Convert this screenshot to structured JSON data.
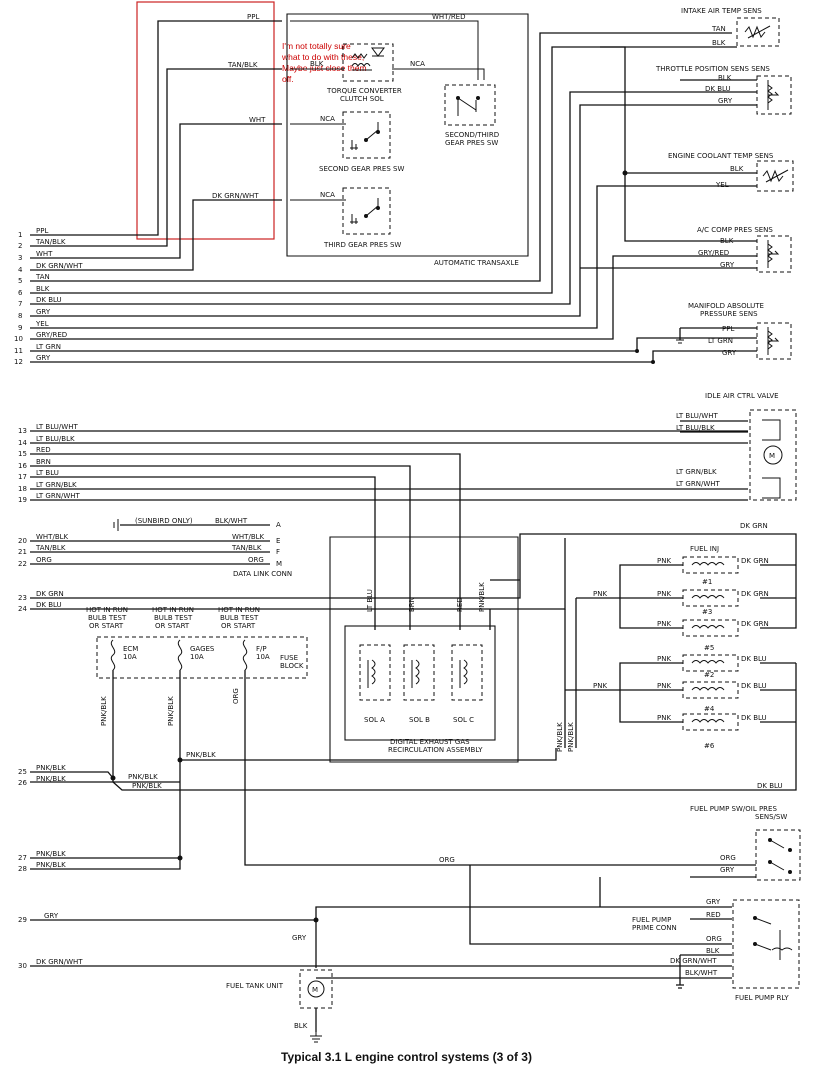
{
  "note": {
    "lines": [
      "I'm not totally sure",
      "what to do with these,",
      "Maybe just close them",
      "off."
    ],
    "color": "#cc0000"
  },
  "caption": "Typical 3.1 L engine control systems (3 of 3)",
  "wires_top": [
    {
      "num": "1",
      "color": "PPL"
    },
    {
      "num": "2",
      "color": "TAN/BLK"
    },
    {
      "num": "3",
      "color": "WHT"
    },
    {
      "num": "4",
      "color": "DK GRN/WHT"
    },
    {
      "num": "5",
      "color": "TAN"
    },
    {
      "num": "6",
      "color": "BLK"
    },
    {
      "num": "7",
      "color": "DK BLU"
    },
    {
      "num": "8",
      "color": "GRY"
    },
    {
      "num": "9",
      "color": "YEL"
    },
    {
      "num": "10",
      "color": "GRY/RED"
    },
    {
      "num": "11",
      "color": "LT GRN"
    },
    {
      "num": "12",
      "color": "GRY"
    }
  ],
  "wires_mid": [
    {
      "num": "13",
      "color": "LT BLU/WHT"
    },
    {
      "num": "14",
      "color": "LT BLU/BLK"
    },
    {
      "num": "15",
      "color": "RED"
    },
    {
      "num": "16",
      "color": "BRN"
    },
    {
      "num": "17",
      "color": "LT BLU"
    },
    {
      "num": "18",
      "color": "LT GRN/BLK"
    },
    {
      "num": "19",
      "color": "LT GRN/WHT"
    }
  ],
  "wires_dlc": [
    {
      "num": "20",
      "color": "WHT/BLK"
    },
    {
      "num": "21",
      "color": "TAN/BLK"
    },
    {
      "num": "22",
      "color": "ORG"
    },
    {
      "num": "23",
      "color": "DK GRN"
    },
    {
      "num": "24",
      "color": "DK BLU"
    }
  ],
  "wires_low": [
    {
      "num": "25",
      "color": "PNK/BLK"
    },
    {
      "num": "26",
      "color": "PNK/BLK"
    },
    {
      "num": "27",
      "color": "PNK/BLK"
    },
    {
      "num": "28",
      "color": "PNK/BLK"
    },
    {
      "num": "29",
      "color": "GRY"
    },
    {
      "num": "30",
      "color": "DK GRN/WHT"
    }
  ],
  "transaxle": {
    "title": "AUTOMATIC TRANSAXLE",
    "tcc": [
      "TORQUE CONVERTER",
      "CLUTCH SOL"
    ],
    "gear23": [
      "SECOND/THIRD",
      "GEAR PRES SW"
    ],
    "gear2": "SECOND GEAR PRES SW",
    "gear3": "THIRD GEAR PRES SW",
    "wht_red": "WHT/RED",
    "blk": "BLK",
    "nca": "NCA"
  },
  "sensors": {
    "iat": {
      "title": "INTAKE AIR TEMP SENS",
      "w1": "TAN",
      "w2": "BLK"
    },
    "tps": {
      "title": "THROTTLE POSITION SENS SENS",
      "w1": "BLK",
      "w2": "DK BLU",
      "w3": "GRY"
    },
    "ect": {
      "title": "ENGINE COOLANT TEMP SENS",
      "w1": "BLK",
      "w2": "YEL"
    },
    "ac": {
      "title": "A/C COMP PRES SENS",
      "w1": "BLK",
      "w2": "GRY/RED",
      "w3": "GRY"
    },
    "map": {
      "title1": "MANIFOLD ABSOLUTE",
      "title2": "PRESSURE SENS",
      "w1": "PPL",
      "w2": "LT GRN",
      "w3": "GRY"
    },
    "iac": {
      "title": "IDLE AIR CTRL VALVE",
      "w1": "LT BLU/WHT",
      "w2": "LT BLU/BLK",
      "w3": "LT GRN/BLK",
      "w4": "LT GRN/WHT",
      "motor": "M"
    }
  },
  "dlc": {
    "sunbird": "(SUNBIRD ONLY)",
    "title": "DATA LINK CONN",
    "pins": [
      {
        "color": "BLK/WHT",
        "pin": "A"
      },
      {
        "color": "WHT/BLK",
        "pin": "E"
      },
      {
        "color": "TAN/BLK",
        "pin": "F"
      },
      {
        "color": "ORG",
        "pin": "M"
      }
    ]
  },
  "fuse": {
    "header": [
      "HOT IN RUN",
      "BULB TEST",
      "OR START"
    ],
    "f1": [
      "ECM",
      "10A"
    ],
    "f2": [
      "GAGES",
      "10A"
    ],
    "f3": [
      "F/P",
      "10A"
    ],
    "block": [
      "FUSE",
      "BLOCK"
    ]
  },
  "egr": {
    "title1": "DIGITAL EXHAUST GAS",
    "title2": "RECIRCULATION ASSEMBLY",
    "wires": [
      "LT BLU",
      "BRN",
      "RED",
      "PNK/BLK"
    ],
    "sols": [
      "SOL A",
      "SOL B",
      "SOL C"
    ]
  },
  "injectors": {
    "title": "FUEL INJ",
    "pnk": "PNK",
    "dk_grn": "DK GRN",
    "dk_blu": "DK BLU",
    "labels": [
      "#1",
      "#3",
      "#5",
      "#2",
      "#4",
      "#6"
    ]
  },
  "fuel": {
    "fp_sw": [
      "FUEL PUMP SW/OIL PRES",
      "SENS/SW"
    ],
    "prime": [
      "FUEL PUMP",
      "PRIME CONN"
    ],
    "relay": "FUEL PUMP RLY",
    "tank": "FUEL TANK UNIT",
    "org": "ORG",
    "gry": "GRY",
    "red": "RED",
    "blk": "BLK",
    "blk_wht": "BLK/WHT",
    "dk_grn_wht": "DK GRN/WHT",
    "pnk_blk": "PNK/BLK"
  }
}
